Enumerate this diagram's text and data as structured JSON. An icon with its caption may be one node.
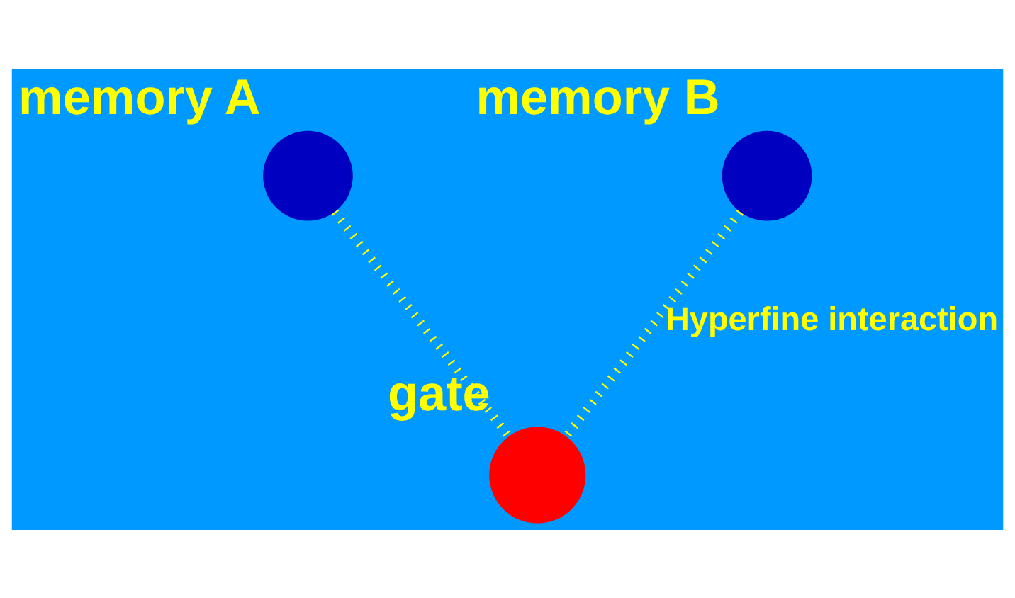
{
  "diagram": {
    "nodes": [
      {
        "text": [
          "memory A"
        ]
      },
      {
        "text": [
          "memory B"
        ]
      },
      {
        "text": [
          "gate"
        ]
      }
    ],
    "edges": [
      {
        "from": 0,
        "to": 2,
        "arrow": "none"
      },
      {
        "from": 1,
        "to": 2,
        "arrow": "none",
        "label": "Hyperfine interaction"
      }
    ]
  }
}
